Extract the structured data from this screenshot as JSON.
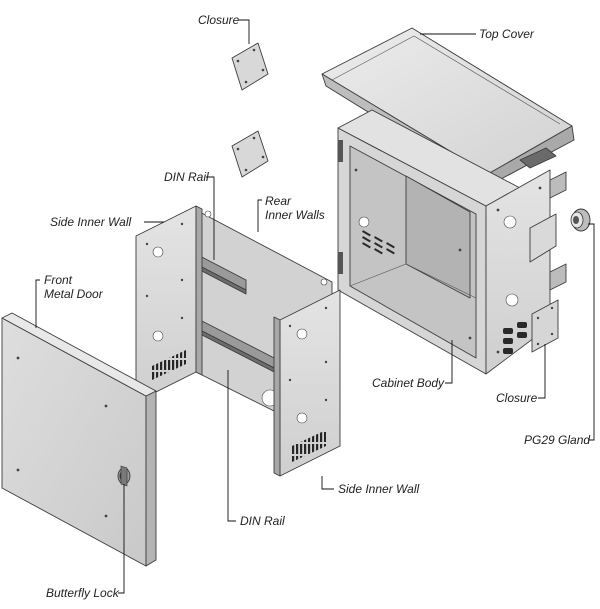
{
  "labels": {
    "closure_top": "Closure",
    "top_cover": "Top Cover",
    "din_rail_top": "DIN Rail",
    "rear_inner_walls_1": "Rear",
    "rear_inner_walls_2": "Inner Walls",
    "side_inner_wall_left": "Side Inner Wall",
    "front_metal_door_1": "Front",
    "front_metal_door_2": "Metal Door",
    "cabinet_body": "Cabinet Body",
    "closure_right": "Closure",
    "pg29_gland": "PG29 Gland",
    "side_inner_wall_right": "Side Inner Wall",
    "din_rail_bottom": "DIN Rail",
    "butterfly_lock": "Butterfly Lock"
  }
}
